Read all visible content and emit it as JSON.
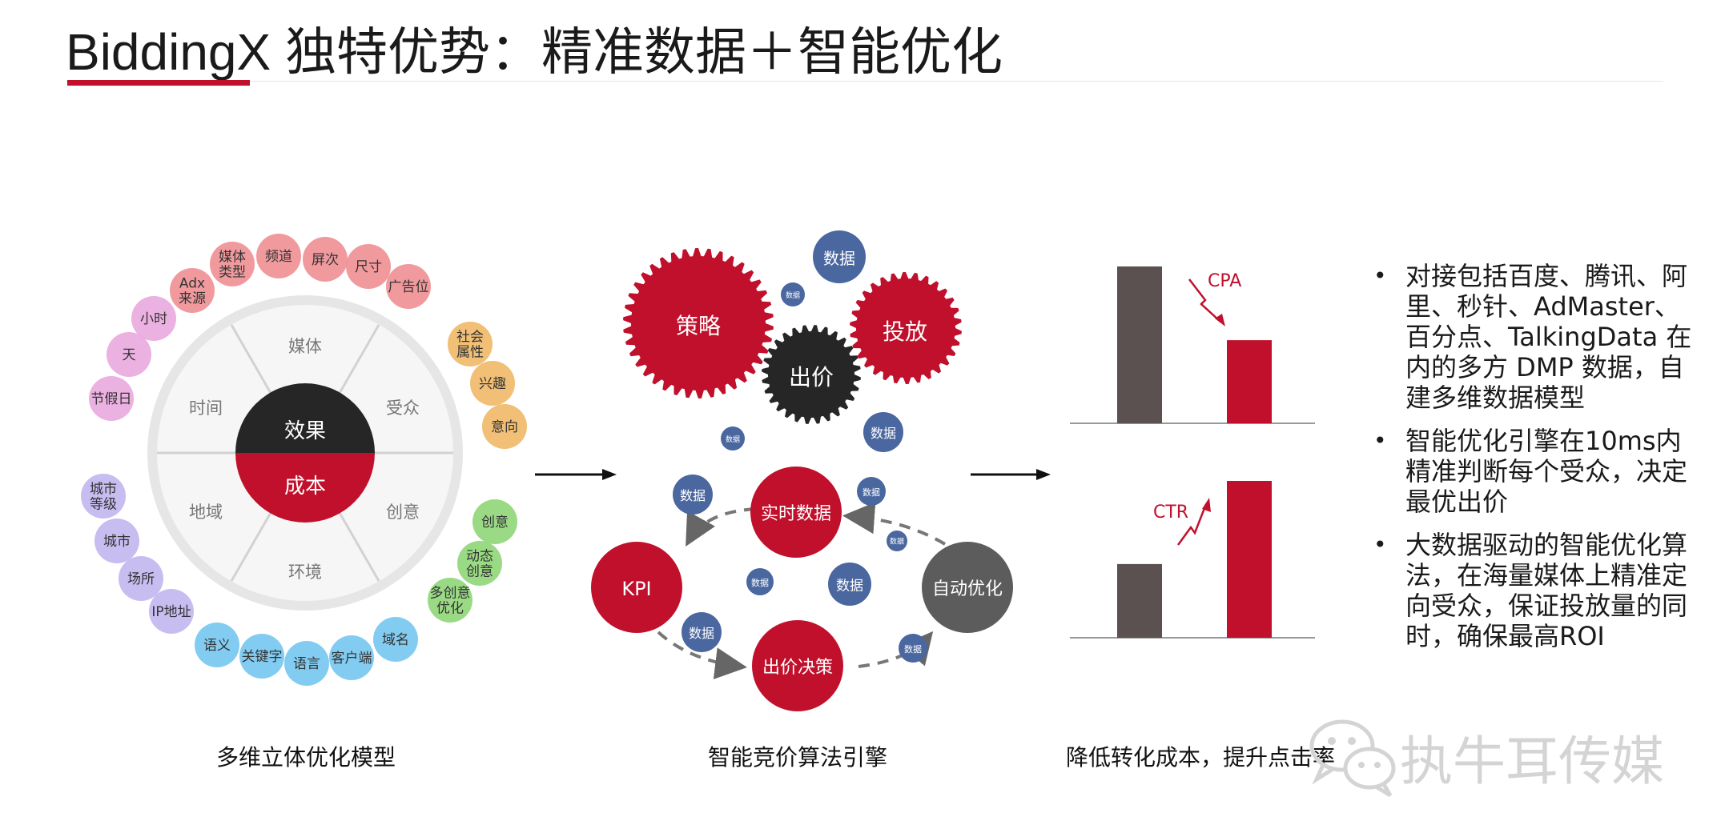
{
  "title": "BiddingX 独特优势：精准数据＋智能优化",
  "wheel": {
    "center_top": "效果",
    "center_bottom": "成本",
    "segments": [
      "媒体",
      "受众",
      "创意",
      "环境",
      "地域",
      "时间"
    ],
    "outer_circles": [
      {
        "label": "节假日",
        "color": "#e9a8de"
      },
      {
        "label": "天",
        "color": "#e9a8de"
      },
      {
        "label": "小时",
        "color": "#e9a8de"
      },
      {
        "label": "Adx\n来源",
        "color": "#ef8f94"
      },
      {
        "label": "媒体\n类型",
        "color": "#ef8f94"
      },
      {
        "label": "频道",
        "color": "#ef8f94"
      },
      {
        "label": "屏次",
        "color": "#ef8f94"
      },
      {
        "label": "尺寸",
        "color": "#ef8f94"
      },
      {
        "label": "广告位",
        "color": "#ef8f94"
      },
      {
        "label": "社会\n属性",
        "color": "#f0b866"
      },
      {
        "label": "兴趣",
        "color": "#f0b866"
      },
      {
        "label": "意向",
        "color": "#f0b866"
      },
      {
        "label": "创意",
        "color": "#8fd677"
      },
      {
        "label": "动态\n创意",
        "color": "#8fd677"
      },
      {
        "label": "多创意\n优化",
        "color": "#8fd677"
      },
      {
        "label": "域名",
        "color": "#75c6ef"
      },
      {
        "label": "客户端",
        "color": "#75c6ef"
      },
      {
        "label": "语言",
        "color": "#75c6ef"
      },
      {
        "label": "关键字",
        "color": "#75c6ef"
      },
      {
        "label": "语义",
        "color": "#75c6ef"
      },
      {
        "label": "IP地址",
        "color": "#c1b6ef"
      },
      {
        "label": "场所",
        "color": "#c1b6ef"
      },
      {
        "label": "城市",
        "color": "#c1b6ef"
      },
      {
        "label": "城市\n等级",
        "color": "#c1b6ef"
      }
    ]
  },
  "engine": {
    "gears": [
      "策略",
      "出价",
      "投放"
    ],
    "cycle": [
      "实时数据",
      "KPI",
      "出价决策",
      "自动优化"
    ],
    "data_label": "数据"
  },
  "bars": {
    "top_label": "CPA",
    "bottom_label": "CTR",
    "top_values": {
      "before": 1.0,
      "after": 0.53
    },
    "bottom_values": {
      "before": 0.47,
      "after": 1.0
    },
    "colors": {
      "before": "#5a5150",
      "after": "#c0102c"
    }
  },
  "captions": [
    "多维立体优化模型",
    "智能竞价算法引擎",
    "降低转化成本，提升点击率"
  ],
  "bullets": [
    "对接包括百度、腾讯、阿里、秒针、AdMaster、百分点、TalkingData 在内的多方 DMP 数据，自建多维数据模型",
    "智能优化引擎在10ms内精准判断每个受众，决定最优出价",
    "大数据驱动的智能优化算法，在海量媒体上精准定向受众，保证投放量的同时，确保最高ROI"
  ],
  "watermark": "执牛耳传媒",
  "colors": {
    "accent": "#c0102c",
    "dark": "#2a2a2a",
    "data_blue": "#4a67a0",
    "gray_gear": "#5a5a5a"
  }
}
